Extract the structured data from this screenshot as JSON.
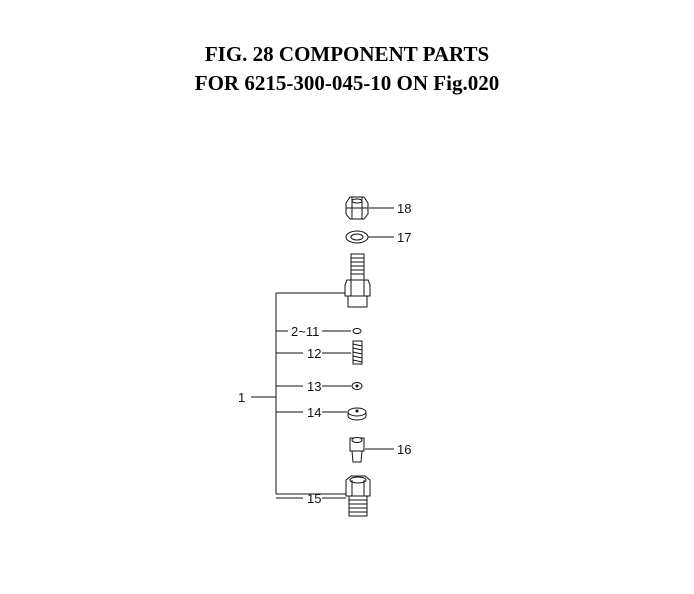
{
  "title": {
    "line1": "FIG. 28  COMPONENT PARTS",
    "line2": "FOR 6215-300-045-10 ON Fig.020"
  },
  "callouts": {
    "c18": "18",
    "c17": "17",
    "c2_11": "2~11",
    "c12": "12",
    "c13": "13",
    "c14": "14",
    "c16": "16",
    "c15": "15",
    "c1": "1"
  }
}
